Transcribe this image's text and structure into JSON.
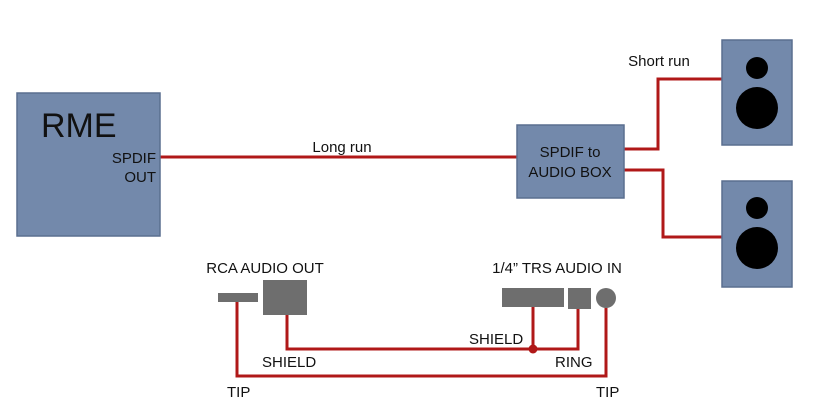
{
  "colors": {
    "box": "#7389ab",
    "box_stroke": "#5a6f8f",
    "wire": "#b01818",
    "plug": "#6e6e6e",
    "speaker_dot": "#000000",
    "text": "#111111"
  },
  "rme": {
    "title": "RME",
    "port_line1": "SPDIF",
    "port_line2": "OUT"
  },
  "converter": {
    "line1": "SPDIF to",
    "line2": "AUDIO BOX"
  },
  "cables": {
    "long_run": "Long run",
    "short_run": "Short run"
  },
  "rca": {
    "label": "RCA AUDIO OUT",
    "shield": "SHIELD",
    "tip": "TIP"
  },
  "trs": {
    "label": "1/4” TRS AUDIO IN",
    "shield": "SHIELD",
    "ring": "RING",
    "tip": "TIP"
  },
  "icons": {
    "speaker": "speaker-icon",
    "rca_plug": "rca-plug-icon",
    "trs_plug": "trs-plug-icon"
  }
}
